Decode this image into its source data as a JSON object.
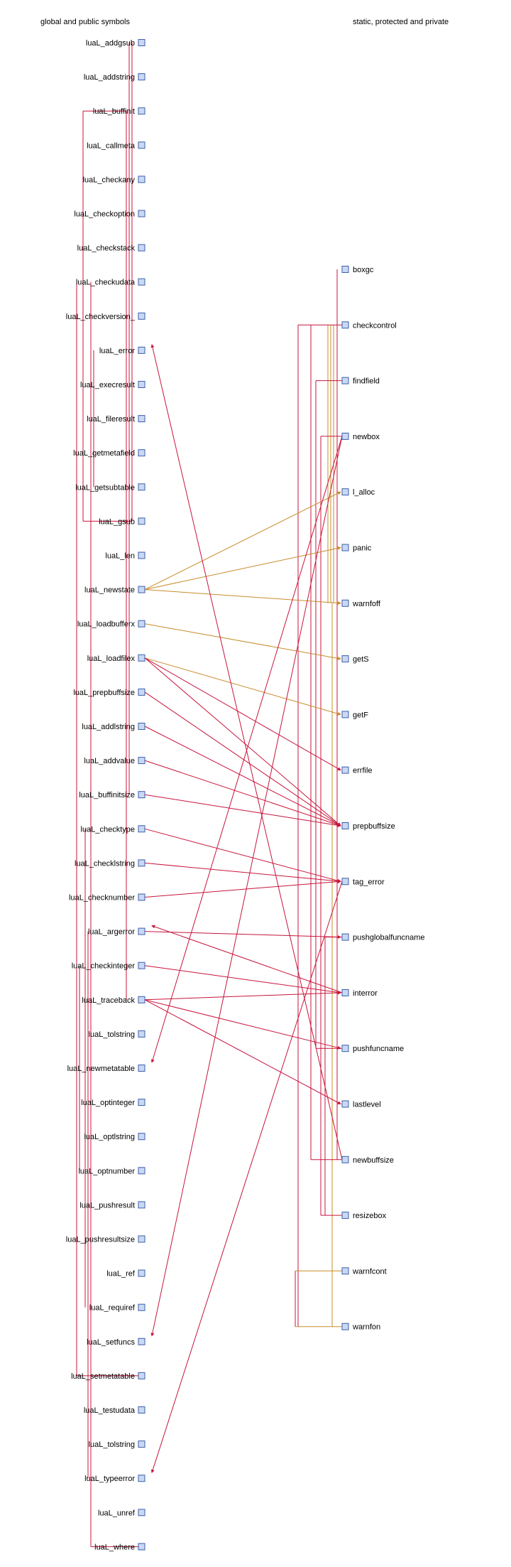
{
  "headers": {
    "left": "global and public symbols",
    "right": "static, protected and private"
  },
  "colors": {
    "red": "#c8143c",
    "orange": "#c88c2a",
    "box_fill": "#c9d8f5",
    "box_stroke": "#3d5fa8"
  },
  "left_symbols": [
    "luaL_addgsub",
    "luaL_addstring",
    "luaL_buffinit",
    "luaL_callmeta",
    "luaL_checkany",
    "luaL_checkoption",
    "luaL_checkstack",
    "luaL_checkudata",
    "luaL_checkversion_",
    "luaL_error",
    "luaL_execresult",
    "luaL_fileresult",
    "luaL_getmetafield",
    "luaL_getsubtable",
    "luaL_gsub",
    "luaL_len",
    "luaL_newstate",
    "luaL_loadbufferx",
    "luaL_loadfilex",
    "luaL_prepbuffsize",
    "luaL_addlstring",
    "luaL_addvalue",
    "luaL_buffinitsize",
    "luaL_checktype",
    "luaL_checklstring",
    "luaL_checknumber",
    "luaL_argerror",
    "luaL_checkinteger",
    "luaL_traceback",
    "luaL_tolstring",
    "luaL_newmetatable",
    "luaL_optinteger",
    "luaL_optlstring",
    "luaL_optnumber",
    "luaL_pushresult",
    "luaL_pushresultsize",
    "luaL_ref",
    "luaL_requiref",
    "luaL_setfuncs",
    "luaL_setmetatable",
    "luaL_testudata",
    "luaL_tolstring",
    "luaL_typeerror",
    "luaL_unref",
    "luaL_where"
  ],
  "right_symbols": [
    "boxgc",
    "checkcontrol",
    "findfield",
    "newbox",
    "l_alloc",
    "panic",
    "warnfoff",
    "getS",
    "getF",
    "errfile",
    "prepbuffsize",
    "tag_error",
    "pushglobalfuncname",
    "interror",
    "pushfuncname",
    "lastlevel",
    "newbuffsize",
    "resizebox",
    "warnfcont",
    "warnfon"
  ],
  "calls": [
    {
      "from": "luaL_newstate",
      "to": "l_alloc",
      "color": "orange"
    },
    {
      "from": "luaL_newstate",
      "to": "panic",
      "color": "orange"
    },
    {
      "from": "luaL_newstate",
      "to": "warnfoff",
      "color": "orange"
    },
    {
      "from": "luaL_loadbufferx",
      "to": "getS",
      "color": "orange"
    },
    {
      "from": "luaL_loadfilex",
      "to": "getF",
      "color": "orange"
    },
    {
      "from": "luaL_loadfilex",
      "to": "errfile",
      "color": "red"
    },
    {
      "from": "luaL_loadfilex",
      "to": "prepbuffsize",
      "color": "red"
    },
    {
      "from": "luaL_prepbuffsize",
      "to": "prepbuffsize",
      "color": "red"
    },
    {
      "from": "luaL_addlstring",
      "to": "prepbuffsize",
      "color": "red"
    },
    {
      "from": "luaL_addvalue",
      "to": "prepbuffsize",
      "color": "red"
    },
    {
      "from": "luaL_buffinitsize",
      "to": "prepbuffsize",
      "color": "red"
    },
    {
      "from": "luaL_checktype",
      "to": "tag_error",
      "color": "red"
    },
    {
      "from": "luaL_checklstring",
      "to": "tag_error",
      "color": "red"
    },
    {
      "from": "luaL_checknumber",
      "to": "tag_error",
      "color": "red"
    },
    {
      "from": "luaL_argerror",
      "to": "pushglobalfuncname",
      "color": "red"
    },
    {
      "from": "luaL_checkinteger",
      "to": "interror",
      "color": "red"
    },
    {
      "from": "luaL_traceback",
      "to": "pushfuncname",
      "color": "red"
    },
    {
      "from": "luaL_traceback",
      "to": "lastlevel",
      "color": "red"
    },
    {
      "from": "luaL_traceback",
      "to": "interror",
      "color": "red"
    },
    {
      "from": "interror",
      "to": "luaL_argerror",
      "color": "red"
    },
    {
      "from": "tag_error",
      "to": "luaL_typeerror",
      "color": "red"
    },
    {
      "from": "newbox",
      "to": "luaL_newmetatable",
      "color": "red"
    },
    {
      "from": "newbox",
      "to": "luaL_setfuncs",
      "color": "red"
    },
    {
      "from": "newbuffsize",
      "to": "luaL_error",
      "color": "red"
    }
  ]
}
